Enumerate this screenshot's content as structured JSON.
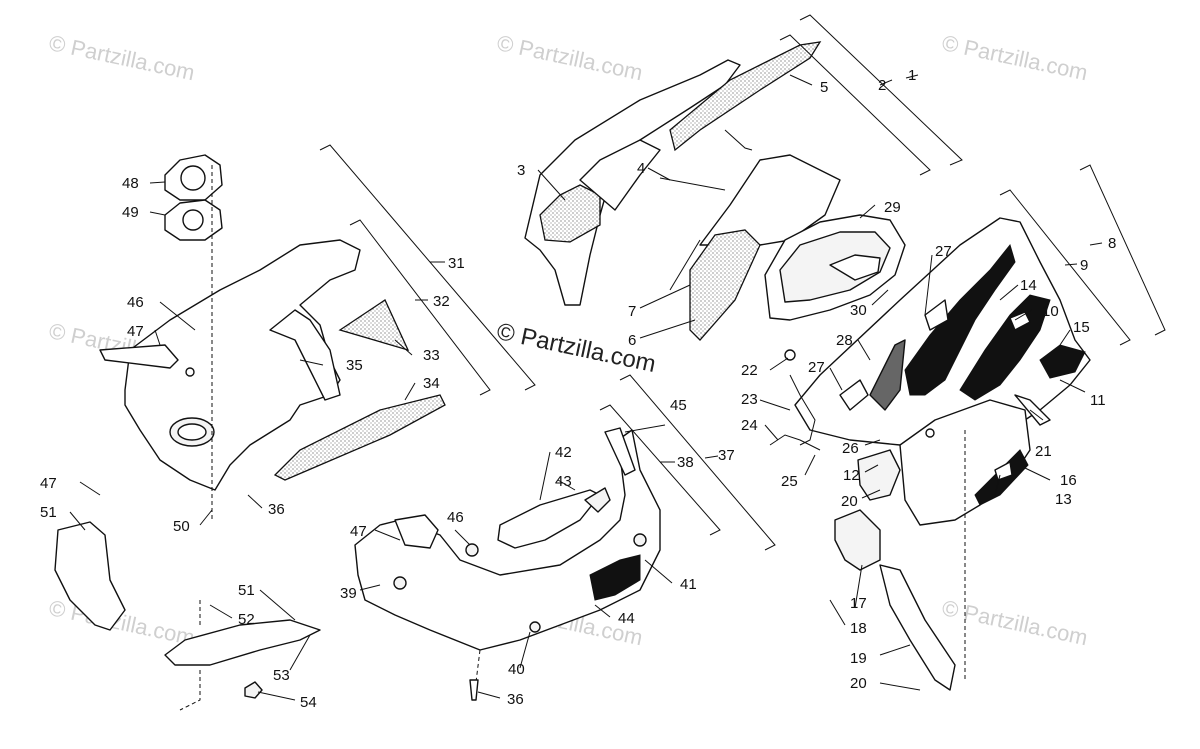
{
  "diagram": {
    "watermark_text": "© Partzilla.com",
    "center_watermark": "© Partzilla.com",
    "callouts": {
      "c1": "1",
      "c2": "2",
      "c3": "3",
      "c4": "4",
      "c5": "5",
      "c6": "6",
      "c7": "7",
      "c8": "8",
      "c9": "9",
      "c10": "10",
      "c11": "11",
      "c12": "12",
      "c13": "13",
      "c14": "14",
      "c15": "15",
      "c16": "16",
      "c17": "17",
      "c18": "18",
      "c19": "19",
      "c20a": "20",
      "c20b": "20",
      "c21": "21",
      "c22": "22",
      "c23": "23",
      "c24": "24",
      "c25": "25",
      "c26": "26",
      "c27a": "27",
      "c27b": "27",
      "c28": "28",
      "c29": "29",
      "c30": "30",
      "c31": "31",
      "c32": "32",
      "c33": "33",
      "c34": "34",
      "c35": "35",
      "c36a": "36",
      "c36b": "36",
      "c37": "37",
      "c38": "38",
      "c39": "39",
      "c40": "40",
      "c41": "41",
      "c42": "42",
      "c43": "43",
      "c44": "44",
      "c45": "45",
      "c46a": "46",
      "c46b": "46",
      "c47a": "47",
      "c47b": "47",
      "c47c": "47",
      "c48": "48",
      "c49": "49",
      "c50": "50",
      "c51a": "51",
      "c51b": "51",
      "c52": "52",
      "c53": "53",
      "c54": "54"
    }
  }
}
